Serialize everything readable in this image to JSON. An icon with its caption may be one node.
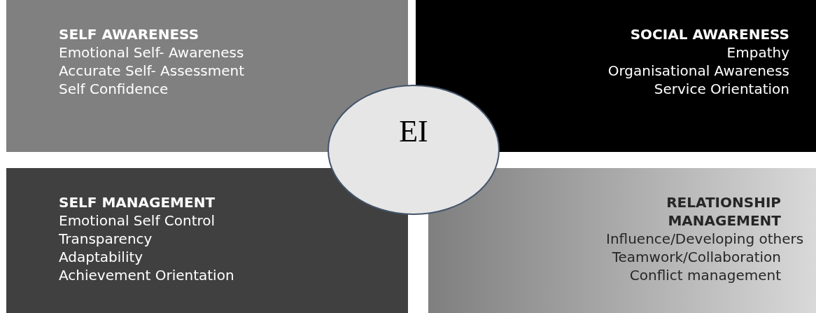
{
  "diagram": {
    "nodes": [
      {
        "text": [
          "SELF AWARENESS",
          "Emotional Self- Awareness",
          "Accurate Self- Assessment",
          "Self Confidence"
        ]
      },
      {
        "text": [
          "SOCIAL AWARENESS",
          "Empathy",
          "Organisational Awareness",
          "Service Orientation"
        ]
      },
      {
        "text": [
          "SELF MANAGEMENT",
          "Emotional Self Control",
          "Transparency",
          "Adaptability",
          "Achievement Orientation"
        ]
      },
      {
        "text": [
          "RELATIONSHIP MANAGEMENT",
          "Influence/Developing others",
          "Teamwork/Collaboration",
          "Conflict management"
        ]
      },
      {
        "text": [
          "EI"
        ]
      }
    ]
  }
}
